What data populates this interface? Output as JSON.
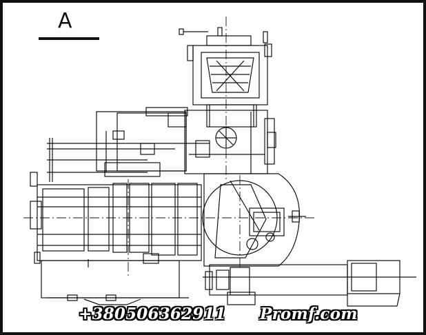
{
  "drawing": {
    "view_label": "A"
  },
  "watermark": {
    "phone": "+380506362911",
    "site": "Promf.com"
  },
  "colors": {
    "line": "#111111",
    "background": "#ffffff",
    "border": "#111111"
  }
}
